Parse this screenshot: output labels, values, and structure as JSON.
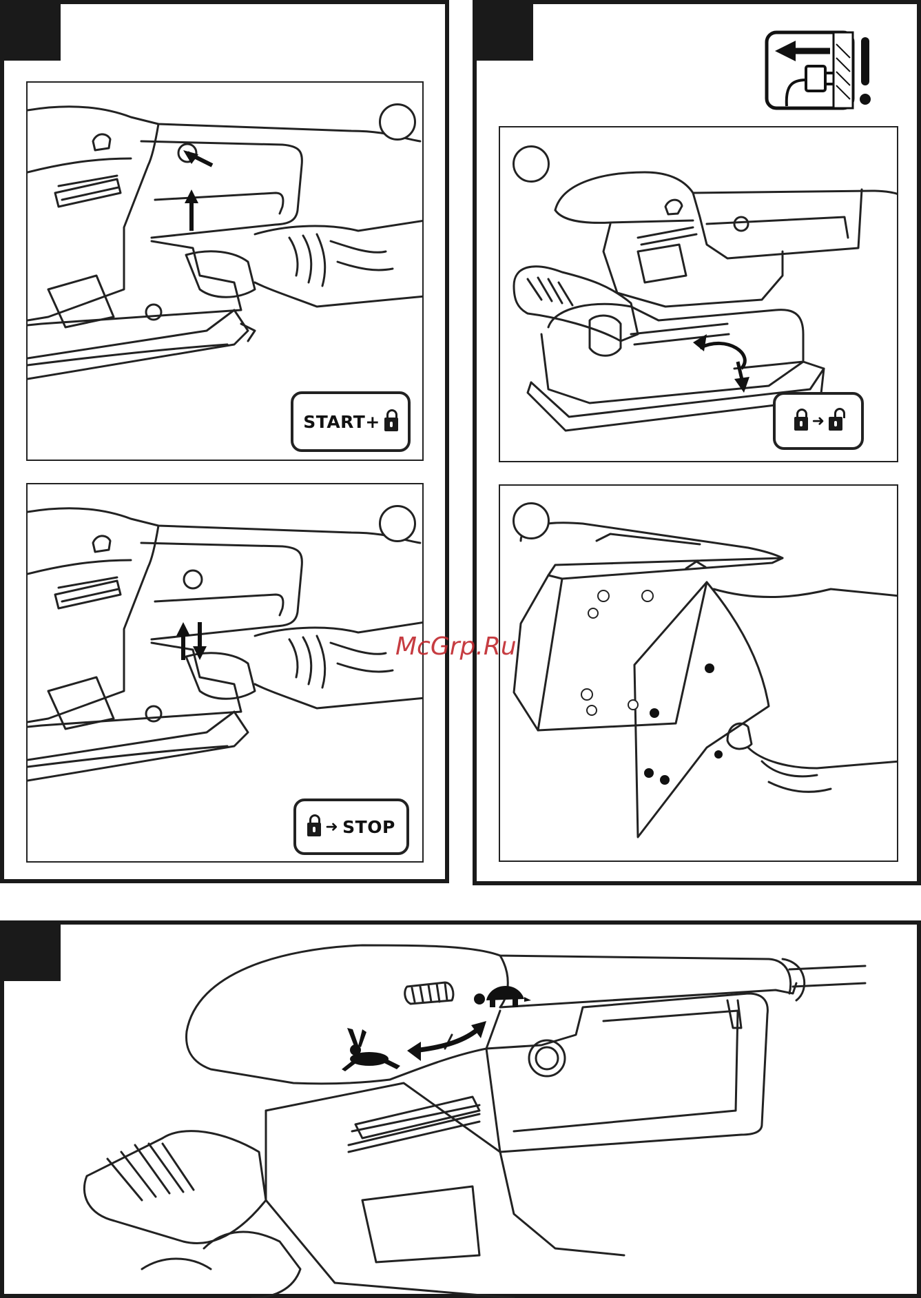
{
  "badges": {
    "start_label": "START+",
    "stop_label": "STOP"
  },
  "watermark": "McGrp.Ru",
  "icons": {
    "lock": "padlock-closed-icon",
    "unlock": "padlock-open-icon",
    "warning": "unplug-warning-icon",
    "fast": "hare-icon",
    "slow": "tortoise-icon"
  },
  "colors": {
    "line": "#1a1a1a",
    "watermark": "#c0282d"
  }
}
